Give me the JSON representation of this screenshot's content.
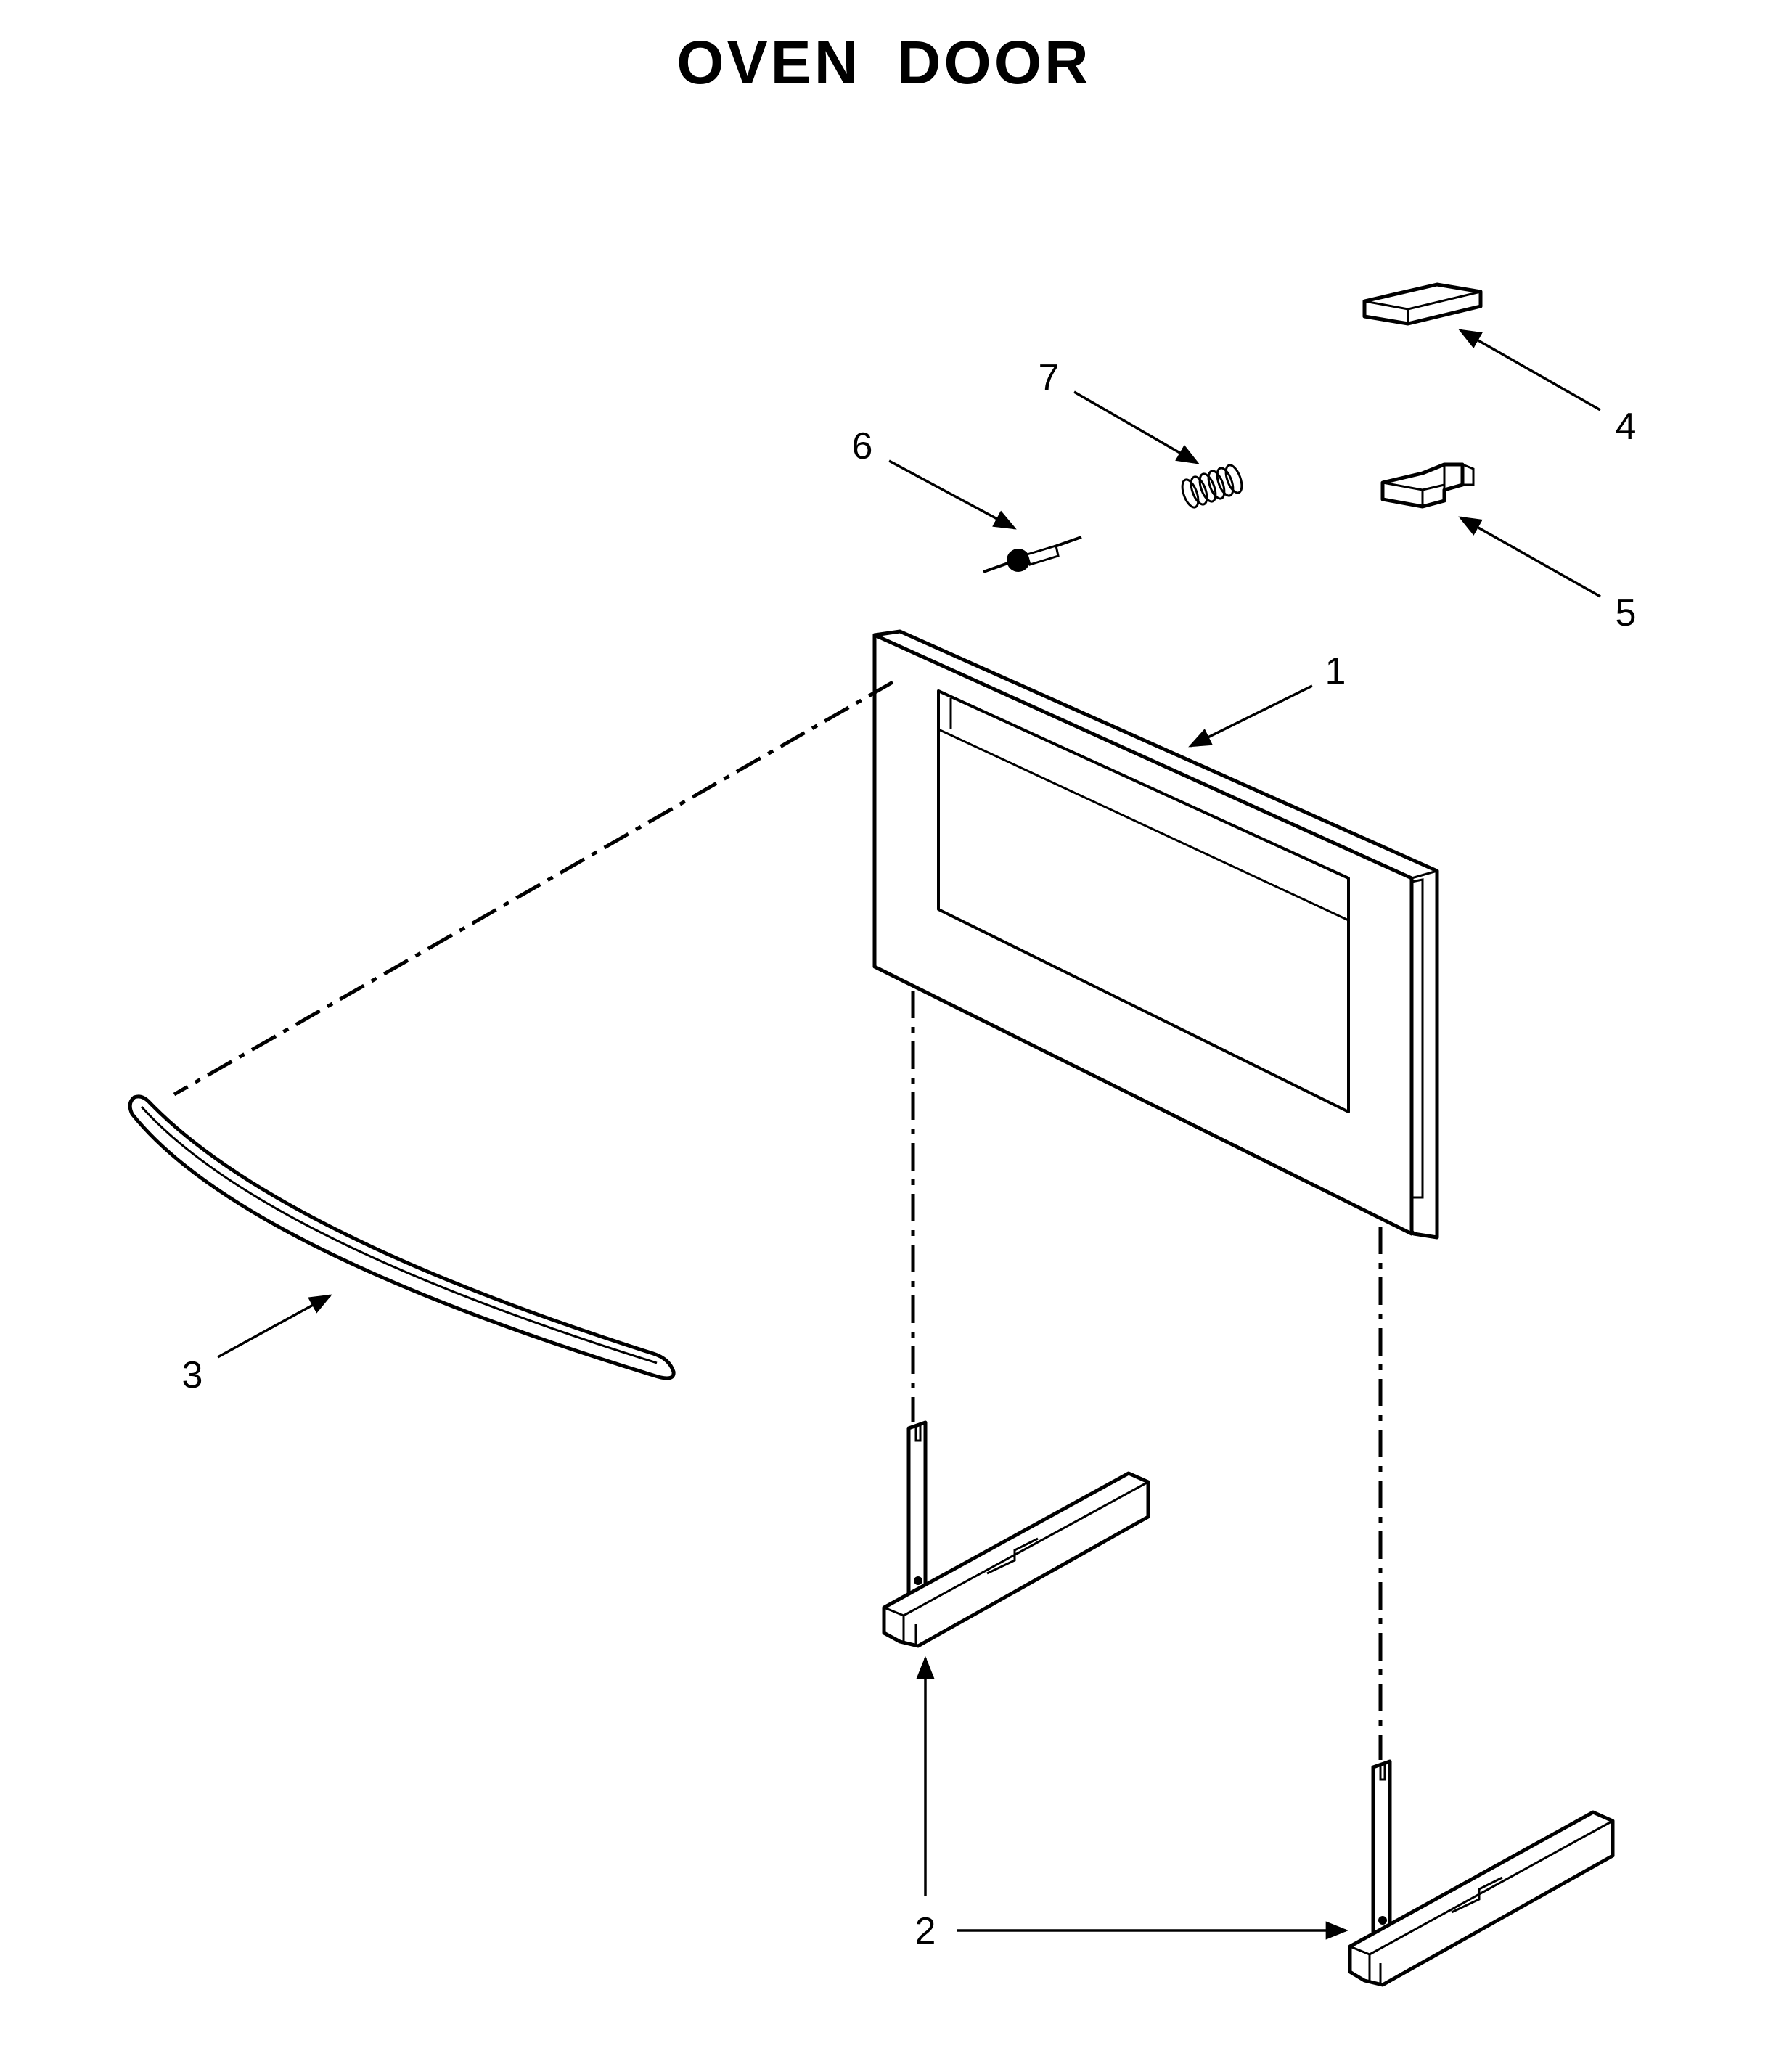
{
  "title": "OVEN DOOR",
  "callouts": [
    {
      "id": "1",
      "label": "1"
    },
    {
      "id": "2",
      "label": "2"
    },
    {
      "id": "3",
      "label": "3"
    },
    {
      "id": "4",
      "label": "4"
    },
    {
      "id": "5",
      "label": "5"
    },
    {
      "id": "6",
      "label": "6"
    },
    {
      "id": "7",
      "label": "7"
    }
  ]
}
